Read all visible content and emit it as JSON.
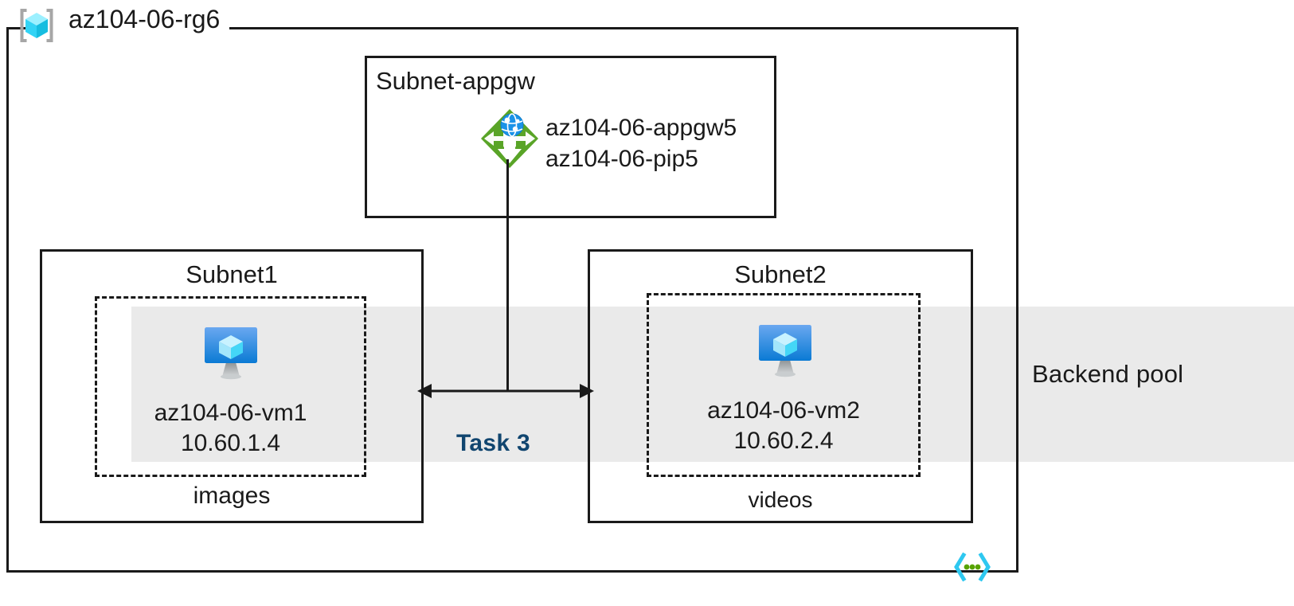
{
  "diagram": {
    "resource_group": {
      "name": "az104-06-rg6",
      "icon": "resource-group-cube-icon"
    },
    "backend_pool": {
      "label": "Backend pool",
      "band_color": "#eaeaea"
    },
    "appgw_subnet": {
      "title": "Subnet-appgw",
      "icon": "application-gateway-icon",
      "resources": "az104-06-appgw5\naz104-06-pip5",
      "resource_lines": [
        "az104-06-appgw5",
        "az104-06-pip5"
      ]
    },
    "subnet1": {
      "title": "Subnet1",
      "vm_icon": "virtual-machine-icon",
      "vm_name": "az104-06-vm1",
      "vm_ip": "10.60.1.4",
      "footer": "images"
    },
    "subnet2": {
      "title": "Subnet2",
      "vm_icon": "virtual-machine-icon",
      "vm_name": "az104-06-vm2",
      "vm_ip": "10.60.2.4",
      "footer": "videos"
    },
    "task_annotation": {
      "label": "Task 3",
      "color": "#10456f"
    },
    "code_icon": {
      "name": "code-brackets-icon",
      "bracket_color": "#2ec8f0",
      "dot_color": "#57a300"
    },
    "colors": {
      "line": "#1a1a1a",
      "text": "#1a1a1a",
      "appgw_green": "#59a427",
      "vm_blue": "#2f8ce0",
      "cube_cyan": "#50e6ff"
    }
  }
}
